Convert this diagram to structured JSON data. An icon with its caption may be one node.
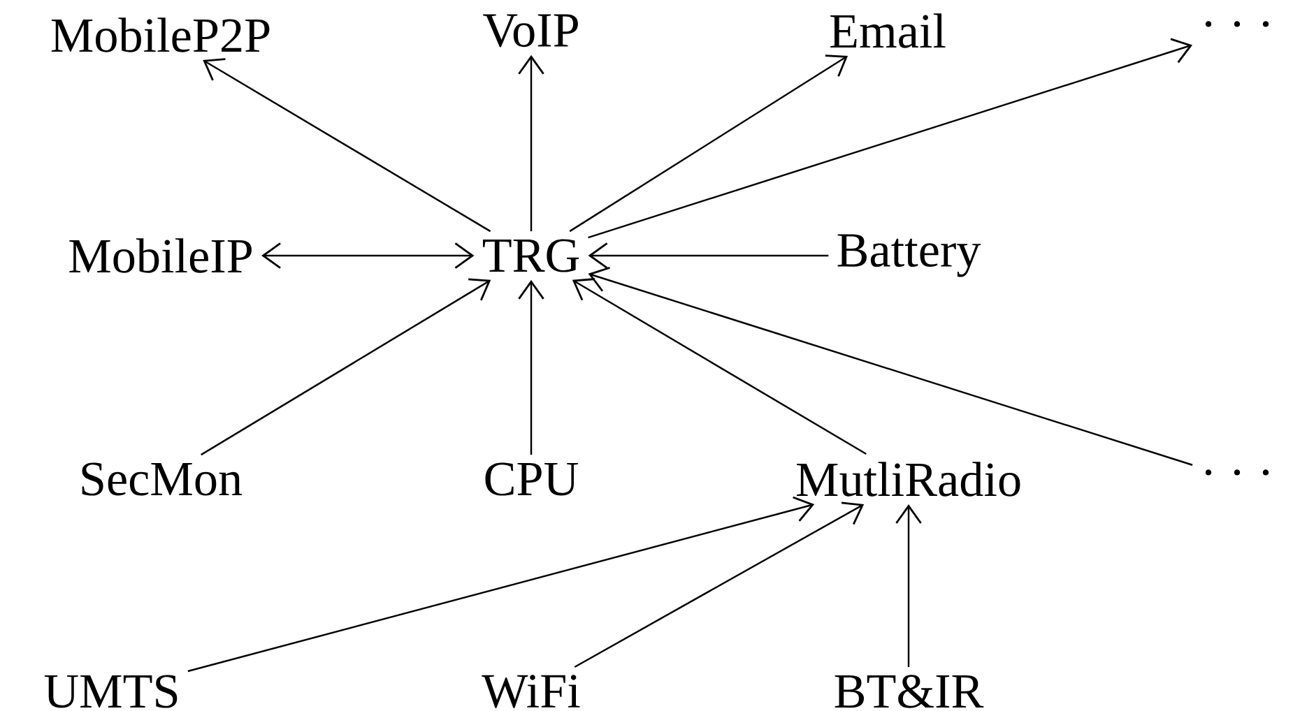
{
  "diagram": {
    "nodes": [
      {
        "text": [
          "MobileP2P"
        ]
      },
      {
        "text": [
          "VoIP"
        ]
      },
      {
        "text": [
          "Email"
        ]
      },
      {
        "text": [
          "· · ·"
        ]
      },
      {
        "text": [
          "MobileIP"
        ]
      },
      {
        "text": [
          "TRG"
        ]
      },
      {
        "text": [
          "Battery"
        ]
      },
      {
        "text": [
          "SecMon"
        ]
      },
      {
        "text": [
          "CPU"
        ]
      },
      {
        "text": [
          "MutliRadio"
        ]
      },
      {
        "text": [
          "· · ·"
        ]
      },
      {
        "text": [
          "UMTS"
        ]
      },
      {
        "text": [
          "WiFi"
        ]
      },
      {
        "text": [
          "BT&IR"
        ]
      }
    ],
    "edges": [
      {
        "from": 5,
        "to": 0,
        "arrow": "to"
      },
      {
        "from": 5,
        "to": 1,
        "arrow": "to"
      },
      {
        "from": 5,
        "to": 2,
        "arrow": "to"
      },
      {
        "from": 5,
        "to": 3,
        "arrow": "to"
      },
      {
        "from": 4,
        "to": 5,
        "arrow": "both"
      },
      {
        "from": 6,
        "to": 5,
        "arrow": "to"
      },
      {
        "from": 7,
        "to": 5,
        "arrow": "to"
      },
      {
        "from": 8,
        "to": 5,
        "arrow": "to"
      },
      {
        "from": 9,
        "to": 5,
        "arrow": "to"
      },
      {
        "from": 10,
        "to": 5,
        "arrow": "to"
      },
      {
        "from": 11,
        "to": 9,
        "arrow": "to"
      },
      {
        "from": 12,
        "to": 9,
        "arrow": "to"
      },
      {
        "from": 13,
        "to": 9,
        "arrow": "to"
      }
    ]
  }
}
